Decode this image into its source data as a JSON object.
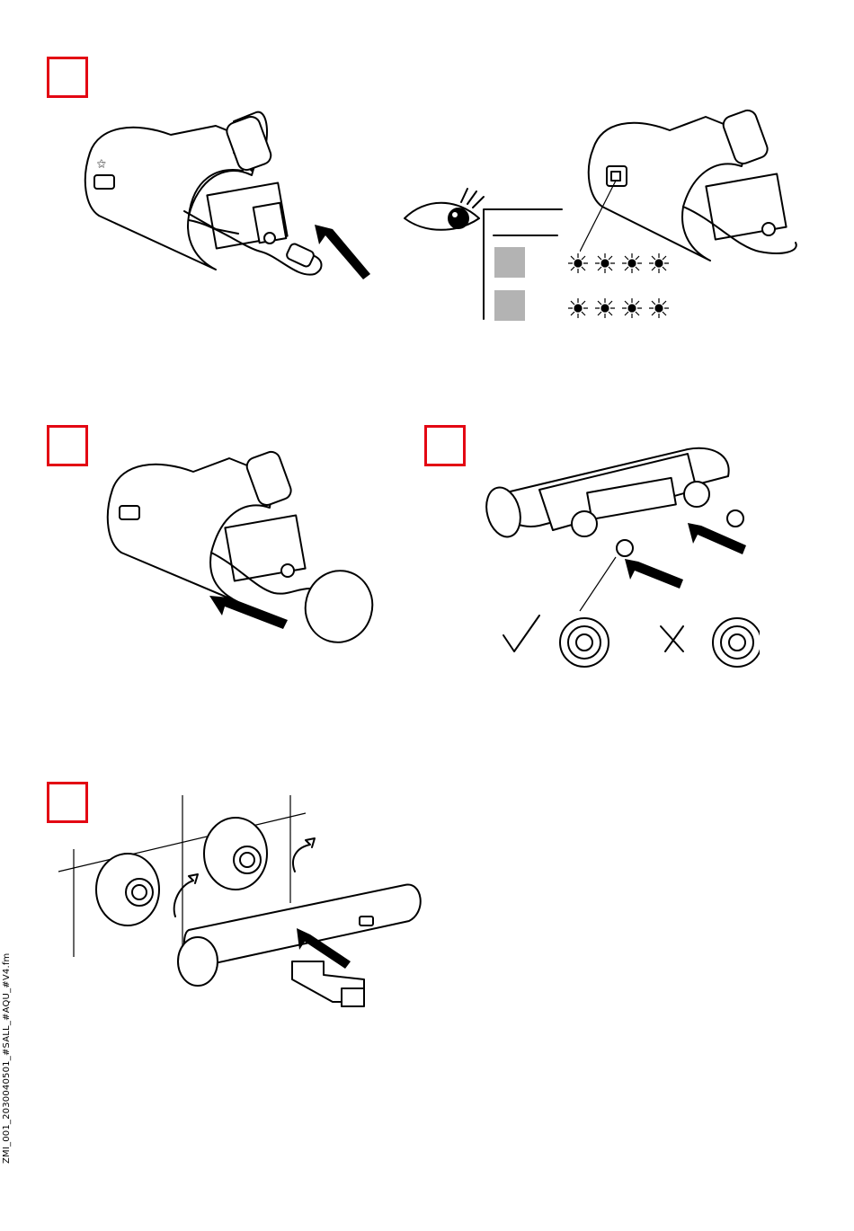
{
  "document": {
    "footer_code": "ZMI_001_2030040501_#SALL_#AQU_#V4.fm",
    "accent_color": "#e30613",
    "indicator_gray": "#b3b3b3"
  },
  "steps": [
    {
      "id": "step-1",
      "marker": "empty-red-square"
    },
    {
      "id": "step-2",
      "marker": "empty-red-square"
    },
    {
      "id": "step-3",
      "marker": "empty-red-square"
    },
    {
      "id": "step-4",
      "marker": "empty-red-square"
    }
  ],
  "icons": {
    "eye": "eye-icon",
    "led": "led-blink-icon",
    "check": "checkmark-icon",
    "cross": "cross-icon",
    "arrow": "push-arrow-icon",
    "rotate": "rotate-arrow-icon"
  }
}
